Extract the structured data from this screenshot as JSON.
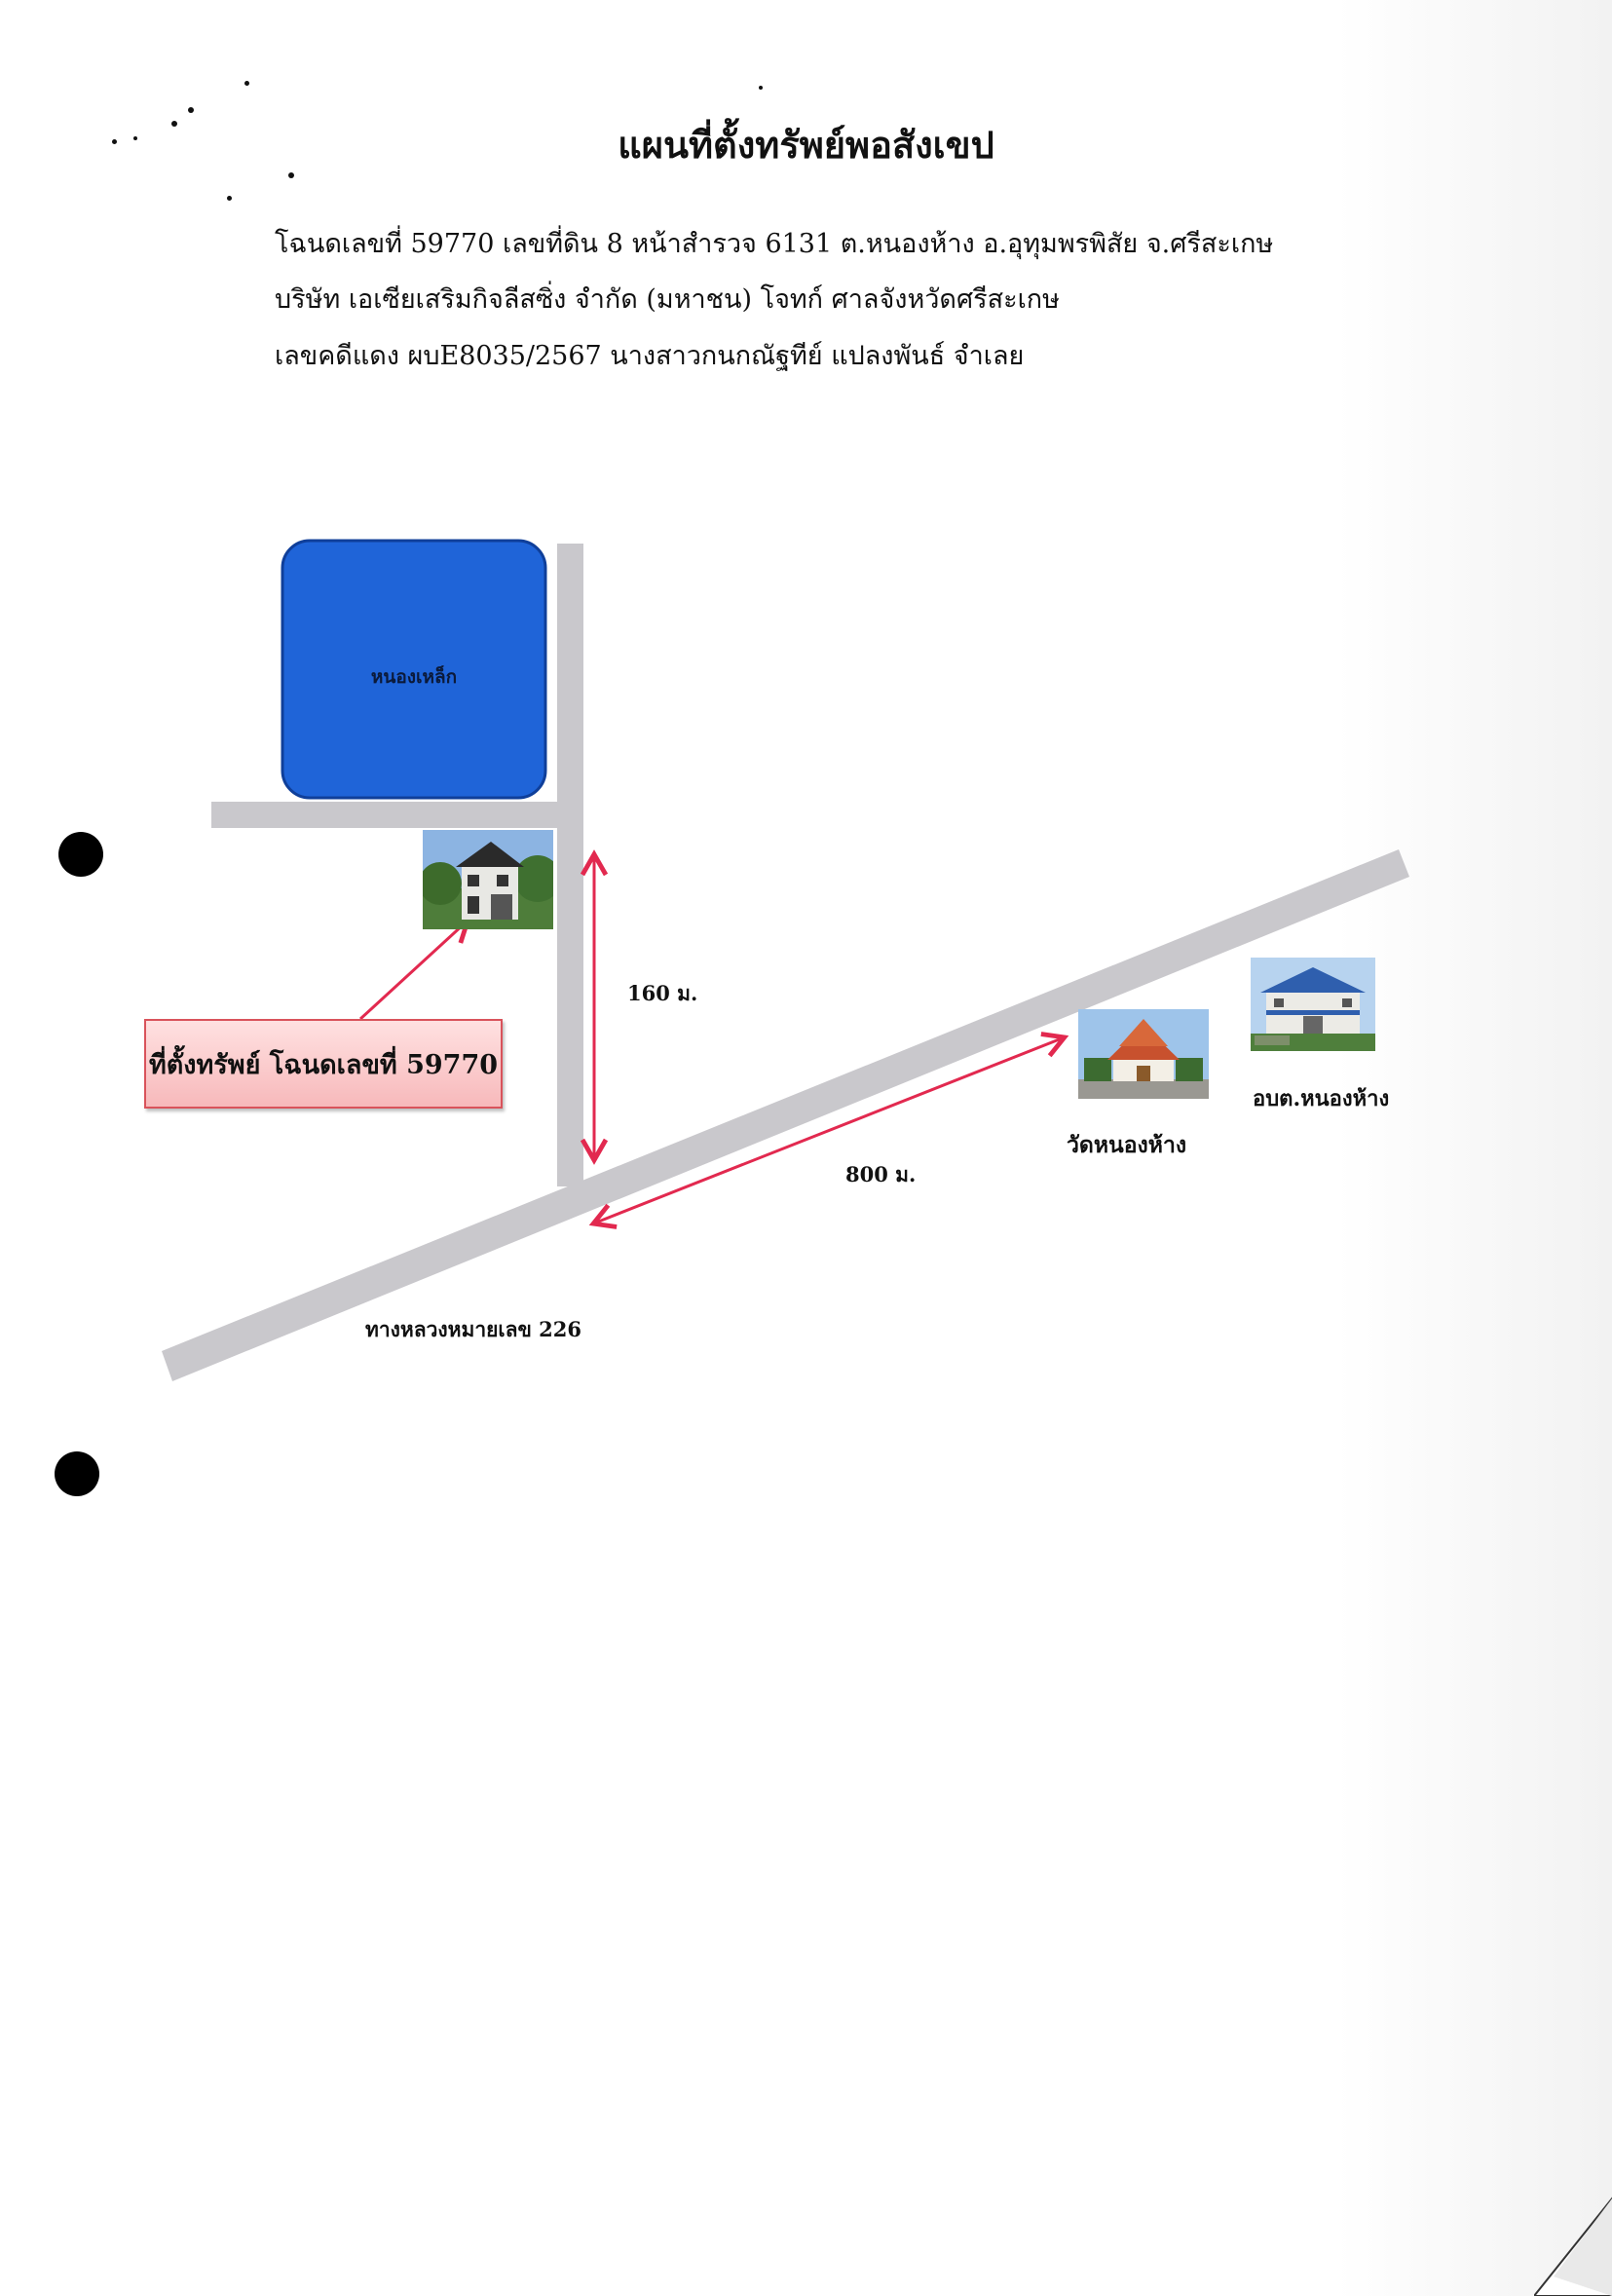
{
  "document": {
    "title": "แผนที่ตั้งทรัพย์พอสังเขป",
    "lines": [
      "โฉนดเลขที่ 59770 เลขที่ดิน 8 หน้าสำรวจ 6131 ต.หนองห้าง อ.อุทุมพรพิสัย จ.ศรีสะเกษ",
      "บริษัท เอเซียเสริมกิจลีสซิ่ง จำกัด (มหาชน)   โจทก์  ศาลจังหวัดศรีสะเกษ",
      "เลขคดีแดง ผบE8035/2567   นางสาวกนกณัฐทีย์ แปลงพันธ์  จำเลย"
    ]
  },
  "map": {
    "pond_label": "หนองเหล็ก",
    "property_callout": "ที่ตั้งทรัพย์ โฉนดเลขที่ 59770",
    "distance_vertical": "160 ม.",
    "distance_diagonal": "800 ม.",
    "highway_label": "ทางหลวงหมายเลข 226",
    "temple_label": "วัดหนองห้าง",
    "office_label": "อบต.หนองห้าง",
    "colors": {
      "road": "#c9c8cc",
      "pond": "#1f64d8",
      "pond_border": "#0f3f9a",
      "arrow": "#e2294f",
      "callout_fill": "#f7b9bb"
    }
  }
}
